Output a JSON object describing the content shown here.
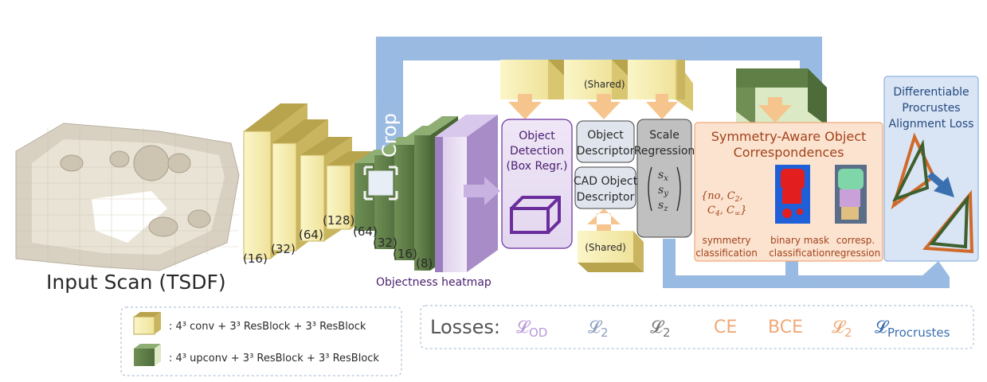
{
  "input_label": "Input Scan (TSDF)",
  "encoder_channels": [
    "(16)",
    "(32)",
    "(64)",
    "(128)"
  ],
  "decoder_channels": [
    "(64)",
    "(32)",
    "(16)",
    "(8)"
  ],
  "crop_label": "Crop",
  "heatmap_label": "Objectness heatmap",
  "shared_label_top": "(Shared)",
  "shared_label_bottom": "(Shared)",
  "object_detection": {
    "line1": "Object",
    "line2": "Detection",
    "line3": "(Box Regr.)"
  },
  "object_descriptor": {
    "line1": "Object",
    "line2": "Descriptor"
  },
  "cad_descriptor": {
    "line1": "CAD Object",
    "line2": "Descriptor"
  },
  "scale_regression": {
    "line1": "Scale",
    "line2": "Regression",
    "s1": "s",
    "s1sub": "x",
    "s2": "s",
    "s2sub": "y",
    "s3": "s",
    "s3sub": "z"
  },
  "symmetry_box": {
    "title1": "Symmetry-Aware Object",
    "title2": "Correspondences",
    "sym_set1": "{no, C",
    "sym_set1sub": "2",
    "sym_set1end": ",",
    "sym_set2": "C",
    "sym_set2sub": "4",
    "sym_set2mid": ", C",
    "sym_set2sub2": "∞",
    "sym_set2end": "}",
    "cap1a": "symmetry",
    "cap1b": "classification",
    "cap2a": "binary mask",
    "cap2b": "classification",
    "cap3a": "corresp.",
    "cap3b": "regression"
  },
  "procrustes": {
    "line1": "Differentiable",
    "line2": "Procrustes",
    "line3": "Alignment Loss"
  },
  "legend": {
    "conv_text": ": 4³ conv + 3³ ResBlock + 3³ ResBlock",
    "upconv_text": ": 4³ upconv + 3³ ResBlock + 3³ ResBlock"
  },
  "losses": {
    "label": "Losses:",
    "items": [
      {
        "main": "𝓛",
        "sub": "OD",
        "color": "#b89ad6"
      },
      {
        "main": "𝓛",
        "sub": "2",
        "color": "#8e9fbf"
      },
      {
        "main": "𝓛",
        "sub": "2",
        "color": "#777777"
      },
      {
        "main": "CE",
        "sub": "",
        "color": "#f0a878"
      },
      {
        "main": "BCE",
        "sub": "",
        "color": "#f0a878"
      },
      {
        "main": "𝓛",
        "sub": "2",
        "color": "#f0a878"
      },
      {
        "main": "𝓛",
        "sub": "Procrustes",
        "color": "#3a6fb0"
      }
    ]
  },
  "colors": {
    "yellow": "#c9b560",
    "yellow_light": "#f6eeb0",
    "green": "#5f7f47",
    "green_light": "#dbe9c4",
    "blue_flow": "#8fb3df",
    "purple": "#6a2e9c",
    "purple_light": "#e6dcf0",
    "orange": "#f0a878",
    "orange_fill": "#fbe3d0",
    "red_text": "#a2431c"
  }
}
